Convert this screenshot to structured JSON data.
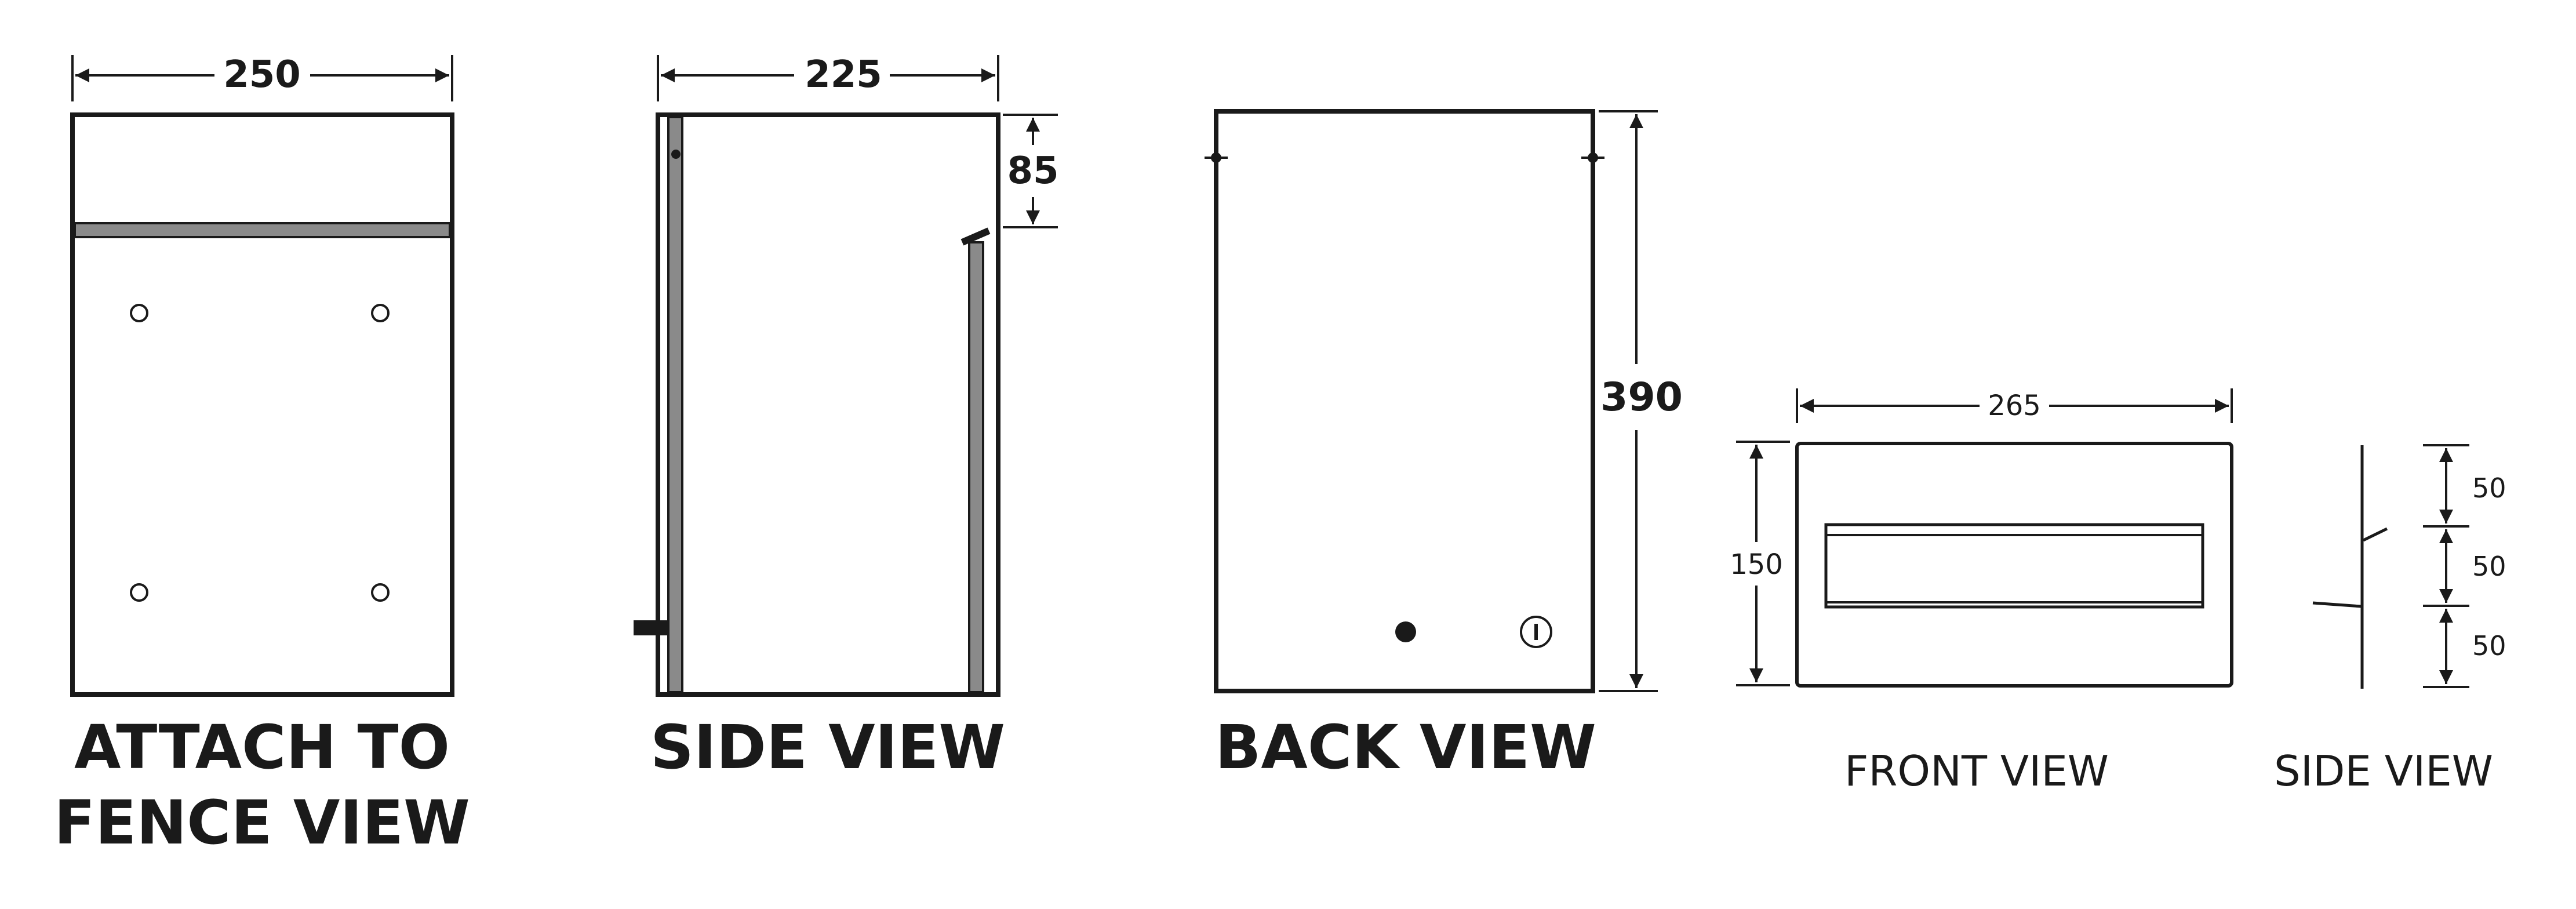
{
  "views": {
    "attach_to_fence": {
      "caption_line1": "ATTACH TO",
      "caption_line2": "FENCE VIEW",
      "width_dim": "250"
    },
    "side": {
      "caption": "SIDE VIEW",
      "width_dim": "225",
      "slot_dim": "85"
    },
    "back": {
      "caption": "BACK VIEW",
      "height_dim": "390"
    },
    "front_small": {
      "caption": "FRONT VIEW",
      "width_dim": "265",
      "height_dim": "150"
    },
    "side_small": {
      "caption": "SIDE VIEW",
      "dims": [
        "50",
        "50",
        "50"
      ]
    }
  }
}
